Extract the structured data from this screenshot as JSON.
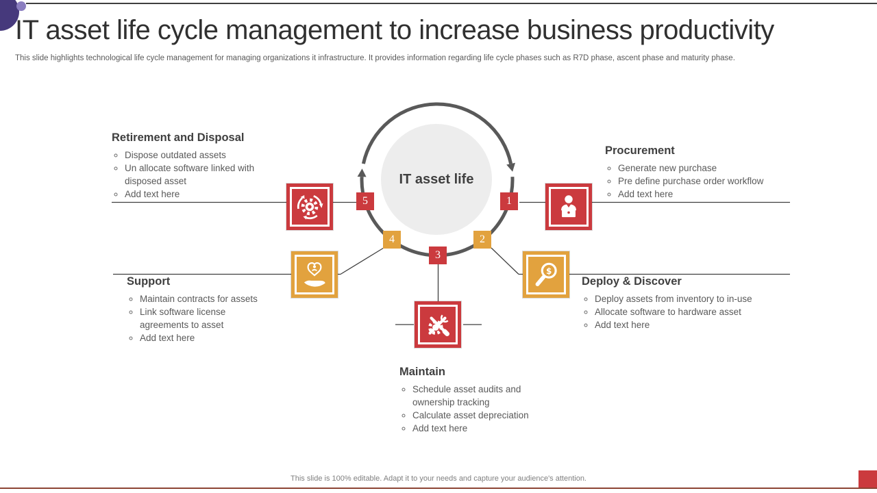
{
  "slide": {
    "title": "IT asset life cycle management to increase business productivity",
    "subtitle": "This slide highlights technological life cycle management for managing organizations it infrastructure. It provides information regarding life cycle phases such as R7D phase, ascent phase and maturity phase.",
    "center_label": "IT asset life",
    "footer_note": "This slide is 100% editable. Adapt it to your needs and capture your audience's attention."
  },
  "colors": {
    "red": "#cb3a3e",
    "orange": "#e2a23e",
    "dark_purple": "#46397c",
    "light_purple": "#8b7ec0",
    "arc_gray": "#595959",
    "line_color": "#3f3f3f",
    "heading_text": "#3f3f3f",
    "body_text": "#595959",
    "footer_text": "#7f7f7f",
    "bottom_line": "#8c4434",
    "center_circle_fill": "#ededed"
  },
  "phases": [
    {
      "number": "1",
      "name": "Procurement",
      "icon": "person-laptop-icon",
      "badge_color": "red",
      "bullets": [
        "Generate new purchase",
        "Pre define purchase order workflow",
        "Add text here"
      ]
    },
    {
      "number": "2",
      "name": "Deploy & Discover",
      "icon": "magnifier-dollar-icon",
      "badge_color": "orange",
      "bullets": [
        "Deploy assets from inventory to in-use",
        "Allocate software to hardware asset",
        "Add text here"
      ]
    },
    {
      "number": "3",
      "name": "Maintain",
      "icon": "gear-tools-icon",
      "badge_color": "red",
      "bullets": [
        "Schedule asset audits and ownership tracking",
        "Calculate asset depreciation",
        "Add text here"
      ]
    },
    {
      "number": "4",
      "name": "Support",
      "icon": "hand-heart-icon",
      "badge_color": "orange",
      "bullets": [
        "Maintain contracts for assets",
        "Link software license agreements to asset",
        "Add text here"
      ]
    },
    {
      "number": "5",
      "name": "Retirement and Disposal",
      "icon": "gear-recycle-icon",
      "badge_color": "red",
      "bullets": [
        "Dispose outdated assets",
        "Un allocate software linked with disposed asset",
        "Add text here"
      ]
    }
  ]
}
